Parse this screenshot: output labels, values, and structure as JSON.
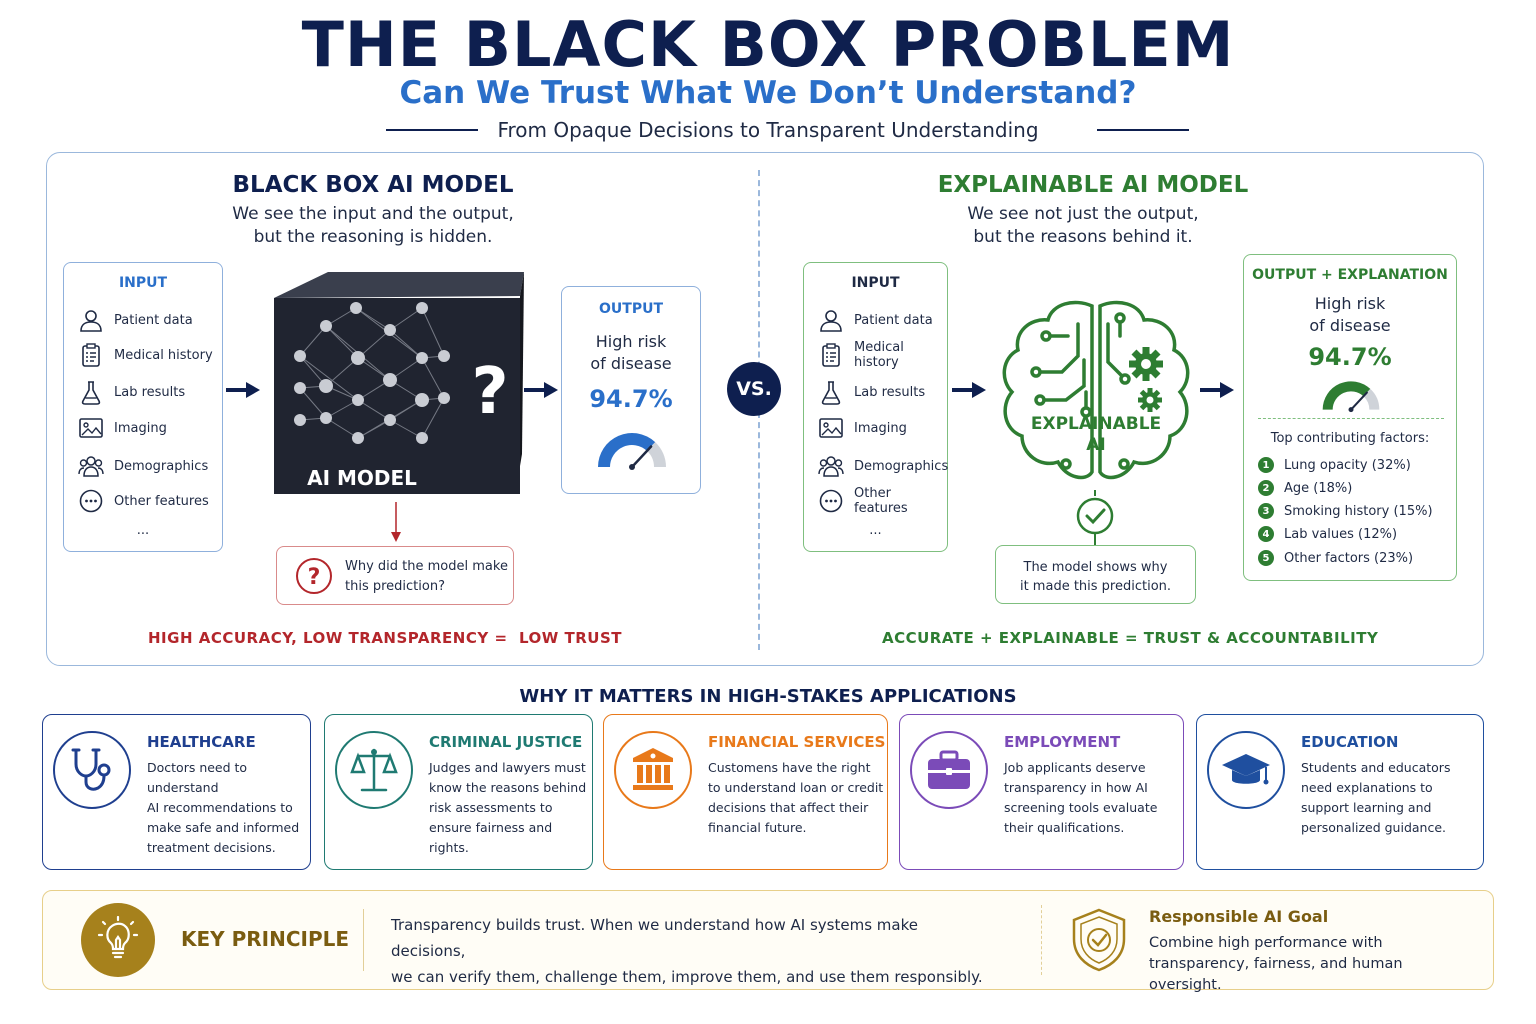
{
  "header": {
    "title": "THE BLACK BOX PROBLEM",
    "subtitle": "Can We Trust What We Don’t Understand?",
    "tagline": "From Opaque Decisions to Transparent Understanding"
  },
  "black_box": {
    "title": "BLACK BOX AI MODEL",
    "desc_line1": "We see the input and the output,",
    "desc_line2": "but the reasoning is hidden.",
    "input_header": "INPUT",
    "inputs": [
      "Patient data",
      "Medical history",
      "Lab results",
      "Imaging",
      "Demographics",
      "Other features"
    ],
    "ellipsis": "...",
    "model_label": "AI MODEL",
    "question_mark": "?",
    "output_header": "OUTPUT",
    "output_line1": "High risk",
    "output_line2": "of disease",
    "output_value": "94.7%",
    "output_fraction": 0.947,
    "why_line1": "Why did the model make",
    "why_line2": "this prediction?",
    "equation": "HIGH ACCURACY, LOW TRANSPARENCY =  LOW TRUST"
  },
  "vs_label": "VS.",
  "explainable": {
    "title": "EXPLAINABLE AI MODEL",
    "desc_line1": "We see not just the output,",
    "desc_line2": "but the reasons behind it.",
    "input_header": "INPUT",
    "inputs": [
      "Patient data",
      "Medical history",
      "Lab results",
      "Imaging",
      "Demographics",
      "Other features"
    ],
    "ellipsis": "...",
    "brain_line1": "EXPLAINABLE",
    "brain_line2": "AI",
    "shows_line1": "The model shows why",
    "shows_line2": "it made this prediction.",
    "output_header": "OUTPUT + EXPLANATION",
    "output_line1": "High risk",
    "output_line2": "of disease",
    "output_value": "94.7%",
    "output_fraction": 0.947,
    "factors_header": "Top contributing factors:",
    "factors": [
      {
        "num": "1",
        "label": "Lung opacity (32%)"
      },
      {
        "num": "2",
        "label": "Age (18%)"
      },
      {
        "num": "3",
        "label": "Smoking history (15%)"
      },
      {
        "num": "4",
        "label": "Lab values (12%)"
      },
      {
        "num": "5",
        "label": "Other factors (23%)"
      }
    ],
    "equation": "ACCURATE + EXPLAINABLE = TRUST & ACCOUNTABILITY"
  },
  "applications": {
    "title": "WHY IT MATTERS IN HIGH-STAKES APPLICATIONS",
    "cards": [
      {
        "title": "HEALTHCARE",
        "lines": [
          "Doctors need to understand",
          "AI recommendations to",
          "make safe and informed",
          "treatment decisions."
        ],
        "color": "#1f3f8f",
        "icon": "stethoscope-icon"
      },
      {
        "title": "CRIMINAL JUSTICE",
        "lines": [
          "Judges and lawyers must",
          "know the reasons behind",
          "risk assessments to",
          "ensure fairness and rights."
        ],
        "color": "#1f7a72",
        "icon": "scales-icon"
      },
      {
        "title": "FINANCIAL SERVICES",
        "lines": [
          "Customens have the right",
          "to understand loan or credit",
          "decisions that affect their",
          "financial future."
        ],
        "color": "#e8791a",
        "icon": "bank-icon"
      },
      {
        "title": "EMPLOYMENT",
        "lines": [
          "Job applicants deserve",
          "transparency in how AI",
          "screening tools evaluate",
          "their qualifications."
        ],
        "color": "#7b4bb8",
        "icon": "briefcase-icon"
      },
      {
        "title": "EDUCATION",
        "lines": [
          "Students and educators",
          "need explanations to",
          "support learning and",
          "personalized guidance."
        ],
        "color": "#1f4f9f",
        "icon": "graduation-cap-icon"
      }
    ]
  },
  "principle": {
    "label": "KEY PRINCIPLE",
    "line1": "Transparency builds trust. When we understand how AI systems make decisions,",
    "line2": "we can verify them, challenge them, improve them, and use them responsibly.",
    "goal_title": "Responsible AI Goal",
    "goal_line1": "Combine high performance with",
    "goal_line2": "transparency, fairness, and human oversight."
  },
  "colors": {
    "navy": "#0e1f4f",
    "blue": "#2a6fc9",
    "green": "#2e7d32",
    "red": "#b3262b",
    "gold": "#a6811c"
  }
}
